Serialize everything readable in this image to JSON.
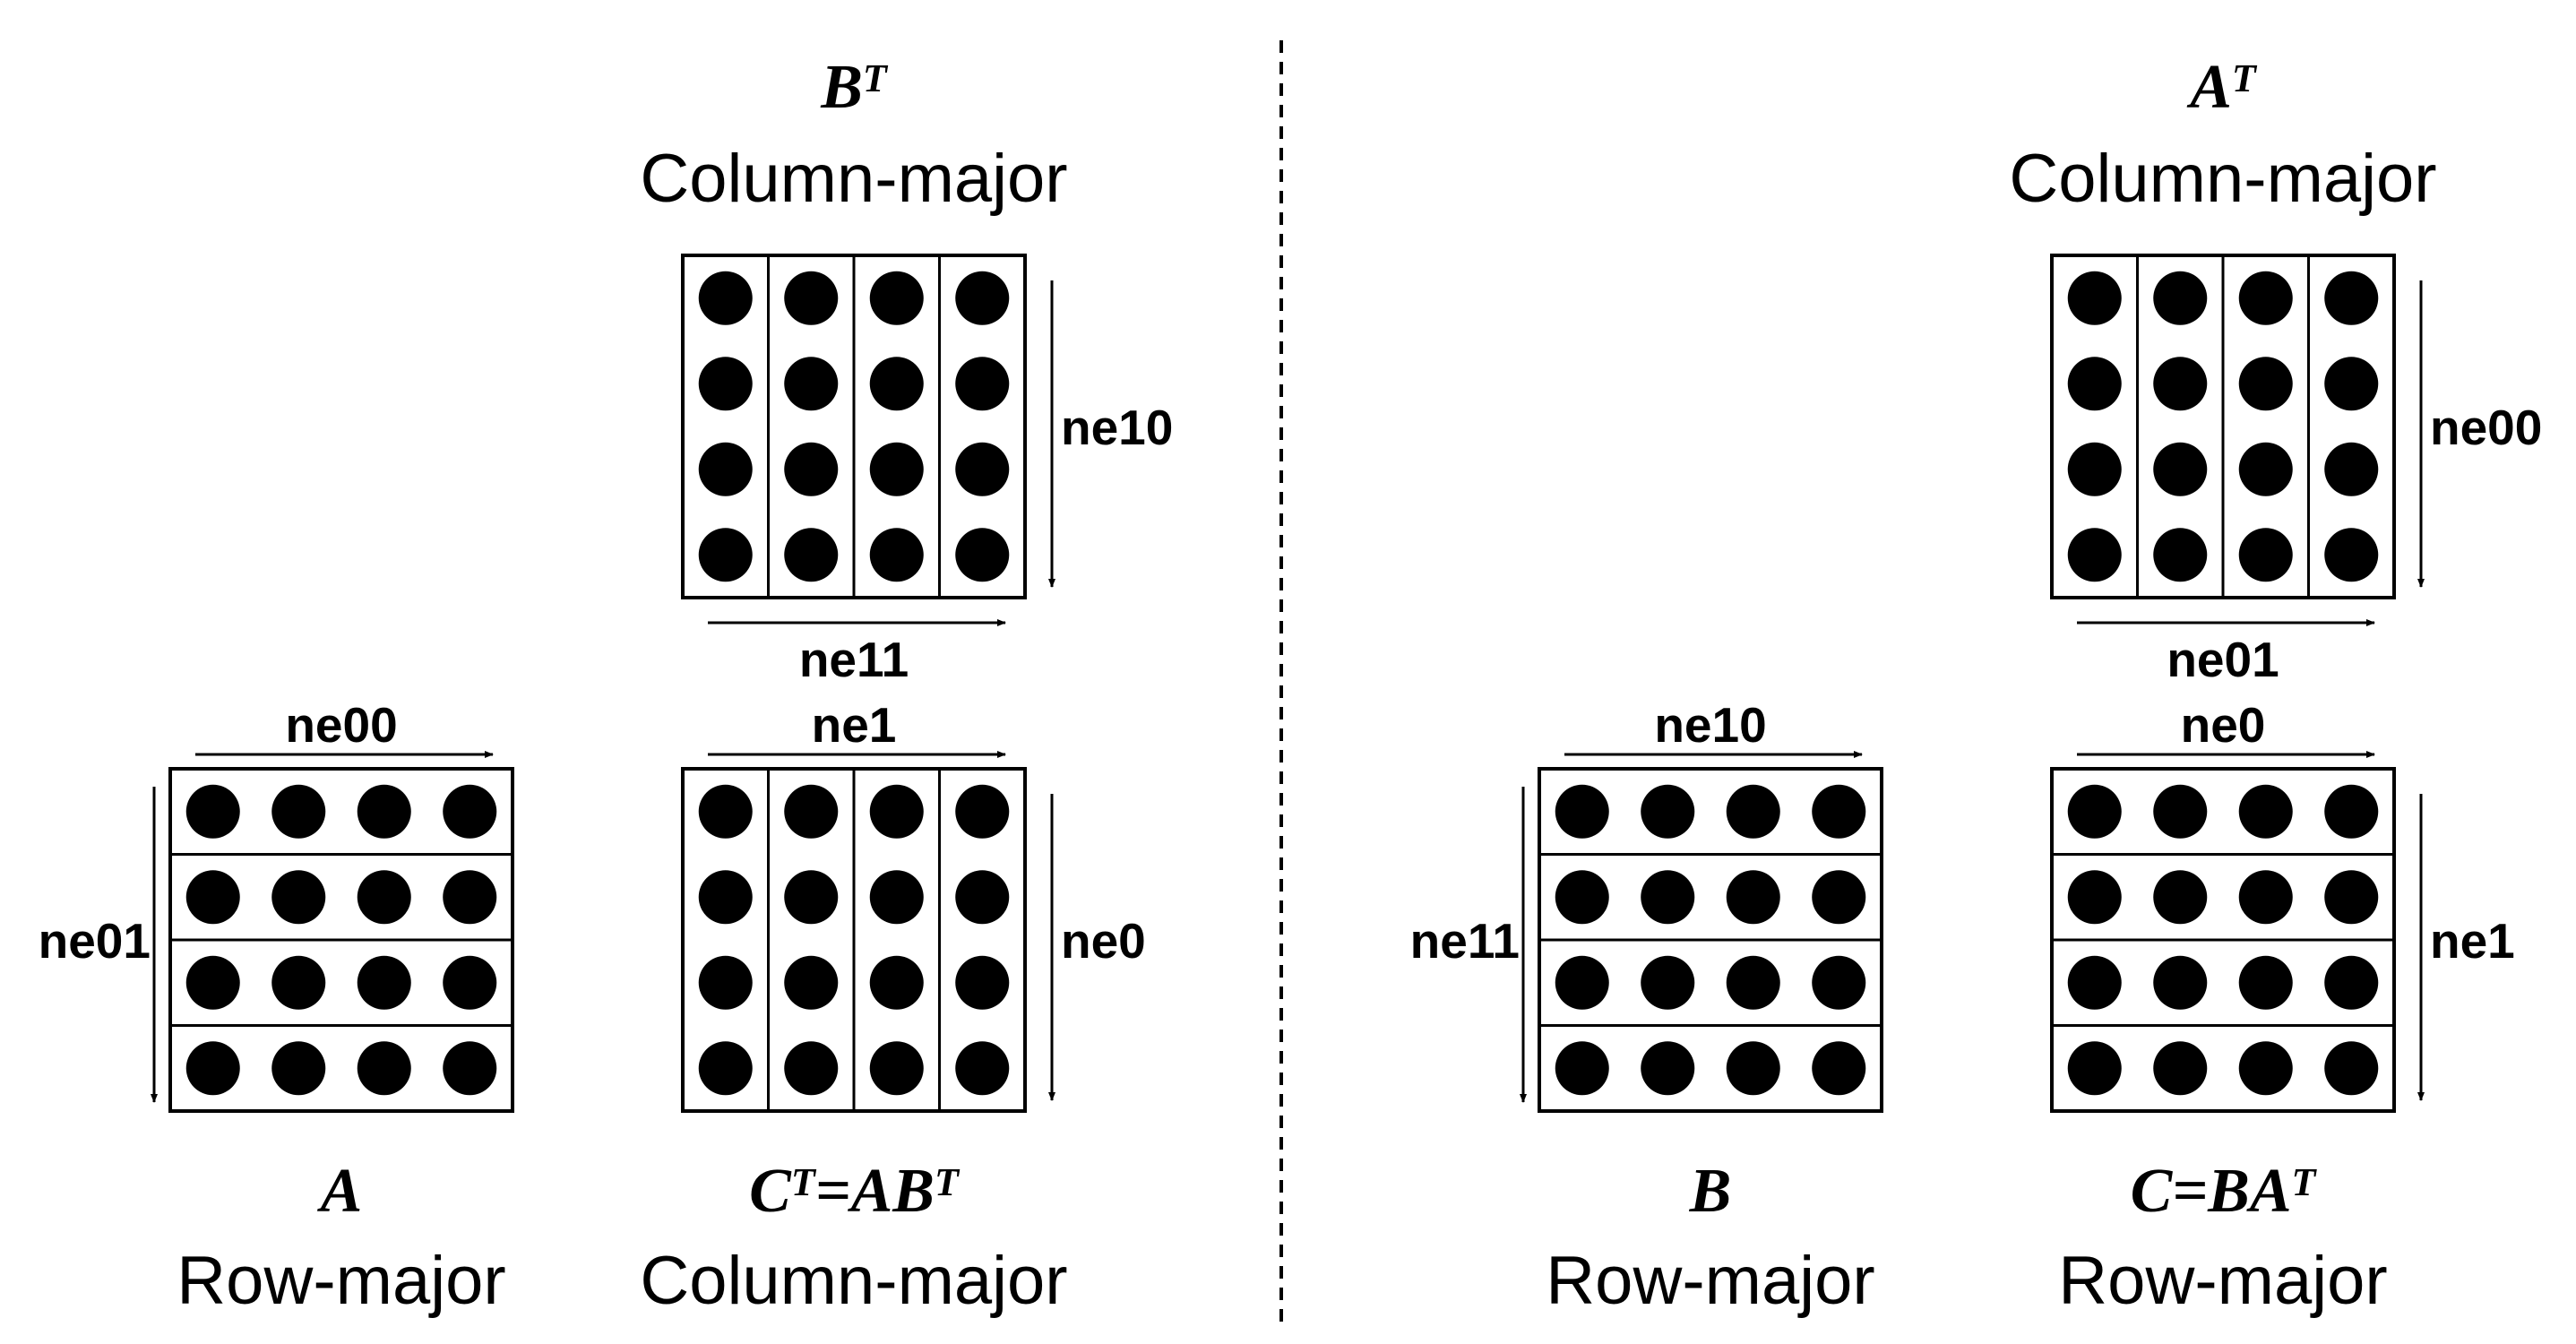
{
  "colors": {
    "stroke": "#000000",
    "dot": "#000000",
    "background": "#ffffff"
  },
  "grid": {
    "rows": 4,
    "cols": 4
  },
  "panels": [
    {
      "id": "left",
      "matrices": [
        {
          "id": "bt",
          "name_parts": [
            {
              "text": "B"
            },
            {
              "text": "T",
              "sup": true
            }
          ],
          "layout_label": "Column-major",
          "orientation": "column",
          "side_label": "ne10",
          "bottom_label": "ne11",
          "top_label": "",
          "left_label": ""
        },
        {
          "id": "a",
          "name_parts": [
            {
              "text": "A"
            }
          ],
          "layout_label": "Row-major",
          "orientation": "row",
          "top_label": "ne00",
          "left_label": "ne01",
          "side_label": "",
          "bottom_label": ""
        },
        {
          "id": "ct",
          "name_parts": [
            {
              "text": "C"
            },
            {
              "text": "T",
              "sup": true
            },
            {
              "text": "=AB"
            },
            {
              "text": "T",
              "sup": true
            }
          ],
          "layout_label": "Column-major",
          "orientation": "column",
          "top_label": "ne1",
          "side_label": "ne0",
          "bottom_label": "",
          "left_label": ""
        }
      ]
    },
    {
      "id": "right",
      "matrices": [
        {
          "id": "at",
          "name_parts": [
            {
              "text": "A"
            },
            {
              "text": "T",
              "sup": true
            }
          ],
          "layout_label": "Column-major",
          "orientation": "column",
          "side_label": "ne00",
          "bottom_label": "ne01",
          "top_label": "",
          "left_label": ""
        },
        {
          "id": "b",
          "name_parts": [
            {
              "text": "B"
            }
          ],
          "layout_label": "Row-major",
          "orientation": "row",
          "top_label": "ne10",
          "left_label": "ne11",
          "side_label": "",
          "bottom_label": ""
        },
        {
          "id": "c",
          "name_parts": [
            {
              "text": "C=BA"
            },
            {
              "text": "T",
              "sup": true
            }
          ],
          "layout_label": "Row-major",
          "orientation": "row",
          "top_label": "ne0",
          "side_label": "ne1",
          "bottom_label": "",
          "left_label": ""
        }
      ]
    }
  ]
}
